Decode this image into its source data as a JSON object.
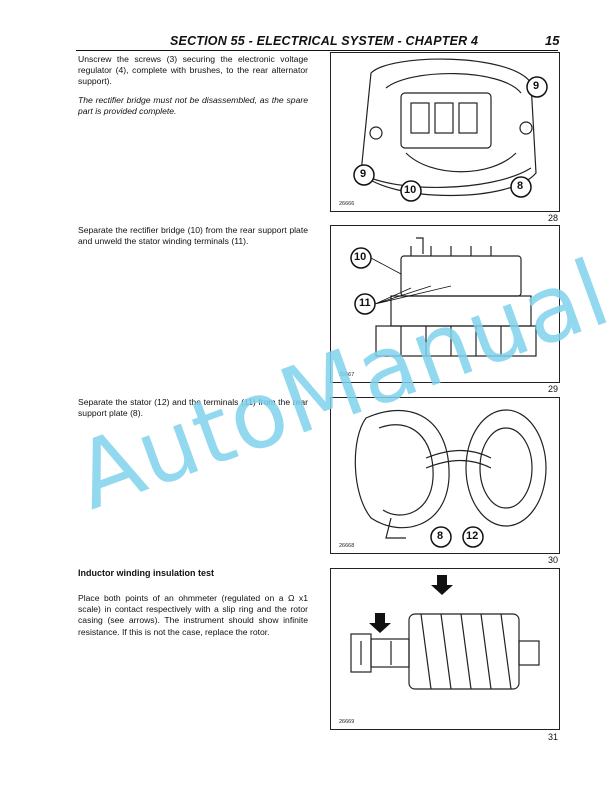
{
  "header": {
    "title": "SECTION 55 - ELECTRICAL SYSTEM - CHAPTER 4",
    "page_number": "15"
  },
  "paragraphs": {
    "p1": "Unscrew the screws (3) securing the electronic voltage regulator (4), complete with brushes, to the rear alternator support).",
    "p2": "The rectifier bridge must not be disassembled, as the spare part is provided complete.",
    "p3": "Separate the rectifier bridge (10) from the rear support plate and unweld the stator winding terminals (11).",
    "p4": "Separate the stator (12) and the terminals (11) from the rear support plate (8).",
    "subhead": "Inductor winding insulation test",
    "p5": "Place both points of an ohmmeter (regulated on a Ω x1 scale) in contact respectively with a slip ring and the rotor casing (see arrows). The instrument should show infinite resistance. If this is not the case, replace the rotor."
  },
  "figures": [
    {
      "code": "26666",
      "number": "28",
      "callouts": [
        "9",
        "9",
        "10",
        "8"
      ]
    },
    {
      "code": "26667",
      "number": "29",
      "callouts": [
        "10",
        "11"
      ]
    },
    {
      "code": "26668",
      "number": "30",
      "callouts": [
        "8",
        "12"
      ]
    },
    {
      "code": "26669",
      "number": "31",
      "callouts": []
    }
  ],
  "watermark": "AutoManual"
}
